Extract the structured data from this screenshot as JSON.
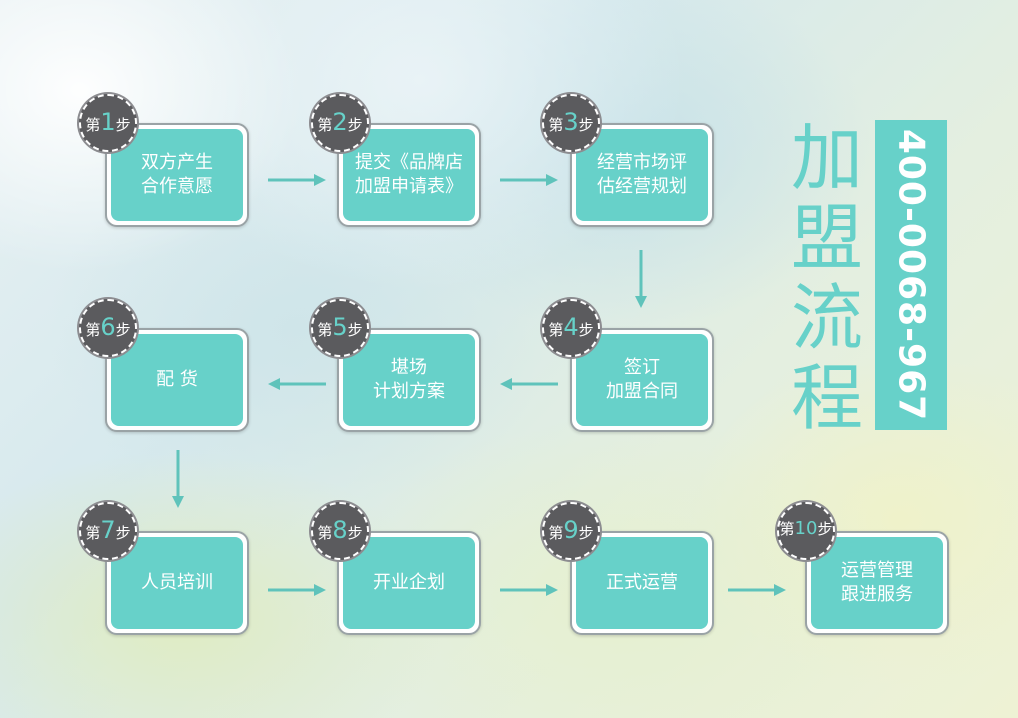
{
  "title": [
    "加",
    "盟",
    "流",
    "程"
  ],
  "phone": "400-0068-967",
  "badge_prefix": "第",
  "badge_suffix": "步",
  "steps": [
    {
      "num": "1",
      "lines": [
        "双方产生",
        "合作意愿"
      ]
    },
    {
      "num": "2",
      "lines": [
        "提交《品牌店",
        "加盟申请表》"
      ]
    },
    {
      "num": "3",
      "lines": [
        "经营市场评",
        "估经营规划"
      ]
    },
    {
      "num": "4",
      "lines": [
        "签订",
        "加盟合同"
      ]
    },
    {
      "num": "5",
      "lines": [
        "堪场",
        "计划方案"
      ]
    },
    {
      "num": "6",
      "lines": [
        "配 货"
      ]
    },
    {
      "num": "7",
      "lines": [
        "人员培训"
      ]
    },
    {
      "num": "8",
      "lines": [
        "开业企划"
      ]
    },
    {
      "num": "9",
      "lines": [
        "正式运营"
      ]
    },
    {
      "num": "10",
      "lines": [
        "运营管理",
        "跟进服务"
      ]
    }
  ],
  "colors": {
    "accent": "#67d1c9",
    "badge": "#5b5b5e",
    "arrow": "#5fc3bb",
    "frame": "#9aa3a6"
  }
}
